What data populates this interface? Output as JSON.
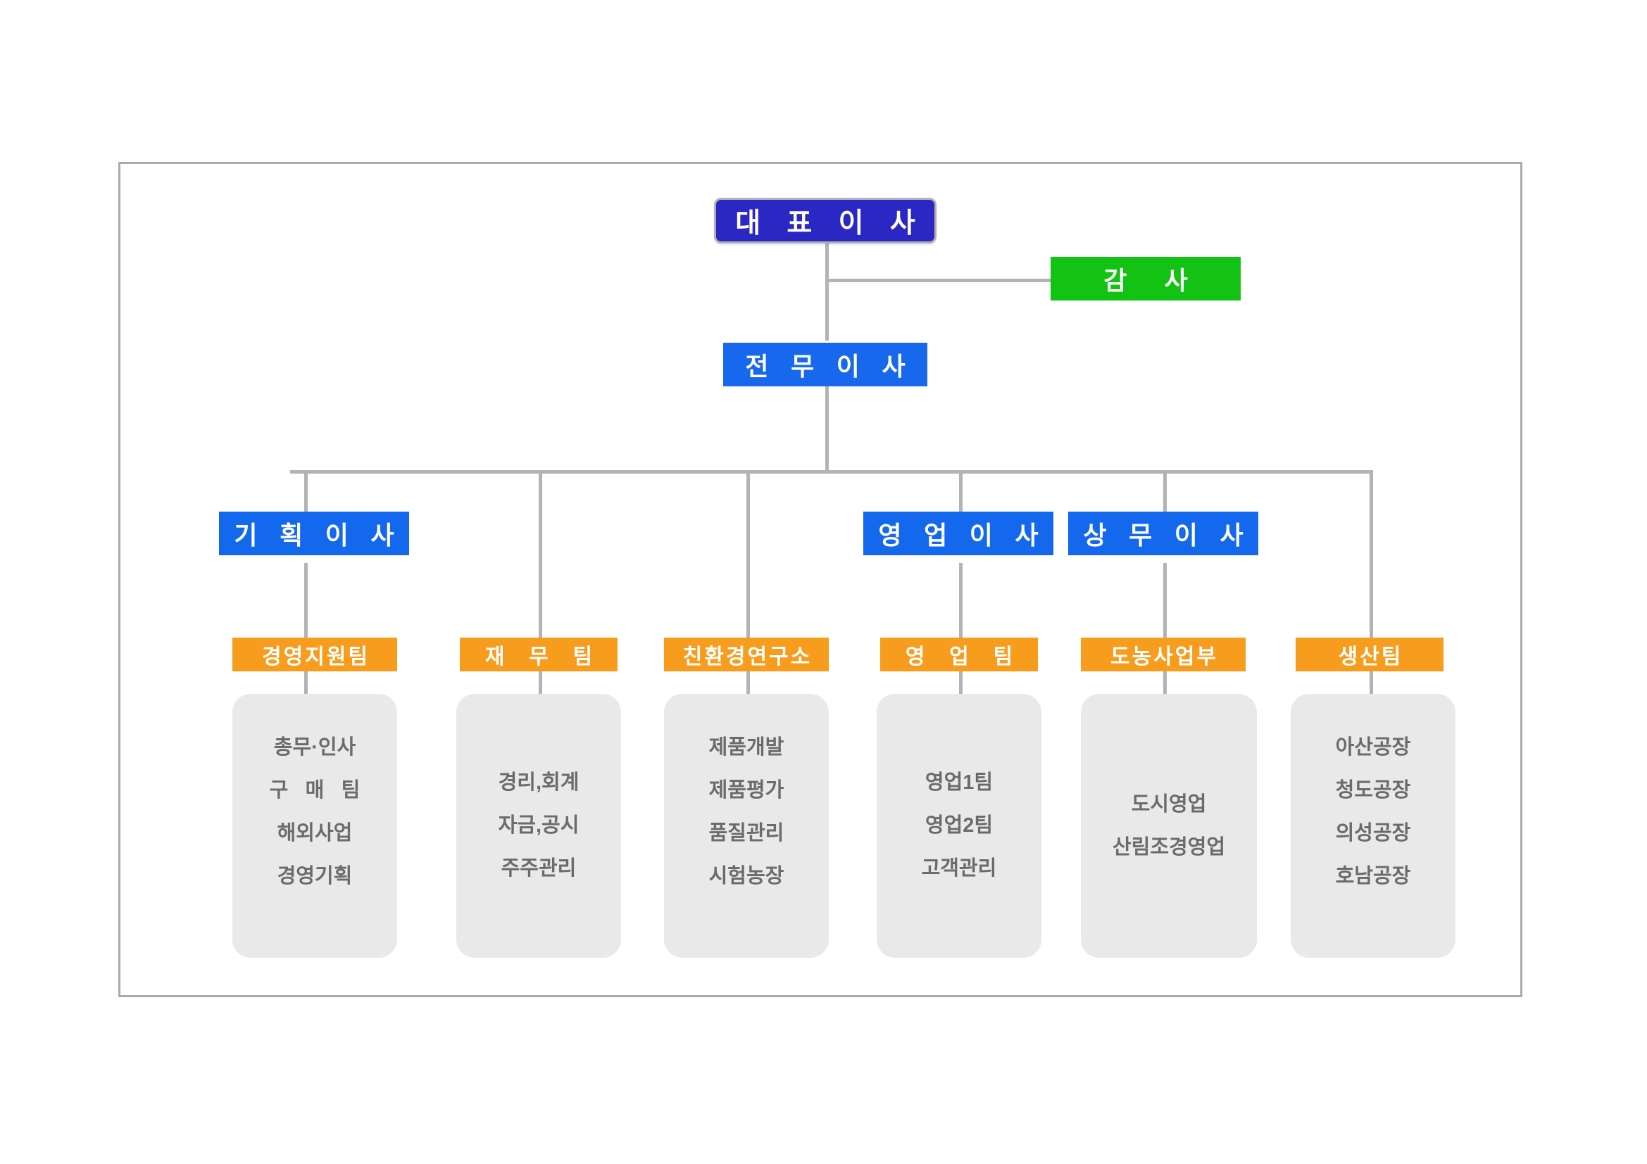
{
  "chart": {
    "type": "org-chart",
    "title": "",
    "frame": {
      "border_color": "#aaaaaa"
    },
    "colors": {
      "ceo": "#2a27c4",
      "audit": "#13c313",
      "executive": "#1868ee",
      "director": "#1368ee",
      "team": "#f79c1c",
      "panel": "#e9e9e9",
      "panel_text": "#6b6b6b",
      "connector": "#b3b3b3"
    },
    "root": {
      "label": "대 표 이 사"
    },
    "audit": {
      "label": "감   사"
    },
    "executive": {
      "label": "전 무 이 사"
    },
    "directors": [
      {
        "label": "기 획 이 사"
      },
      {
        "label": "영 업 이 사"
      },
      {
        "label": "상 무 이 사"
      }
    ],
    "branches": [
      {
        "director": "기 획 이 사",
        "team": "경영지원팀",
        "items": [
          "총무·인사",
          "구 매 팀",
          "해외사업",
          "경영기획"
        ]
      },
      {
        "director": "",
        "team": "재 무 팀",
        "items": [
          "경리,회계",
          "자금,공시",
          "주주관리"
        ]
      },
      {
        "director": "",
        "team": "친환경연구소",
        "items": [
          "제품개발",
          "제품평가",
          "품질관리",
          "시험농장"
        ]
      },
      {
        "director": "영 업 이 사",
        "team": "영 업 팀",
        "items": [
          "영업1팀",
          "영업2팀",
          "고객관리"
        ]
      },
      {
        "director": "상 무 이 사",
        "team": "도농사업부",
        "items": [
          "도시영업",
          "산림조경영업"
        ]
      },
      {
        "director": "",
        "team": "생산팀",
        "items": [
          "아산공장",
          "청도공장",
          "의성공장",
          "호남공장"
        ]
      }
    ]
  }
}
